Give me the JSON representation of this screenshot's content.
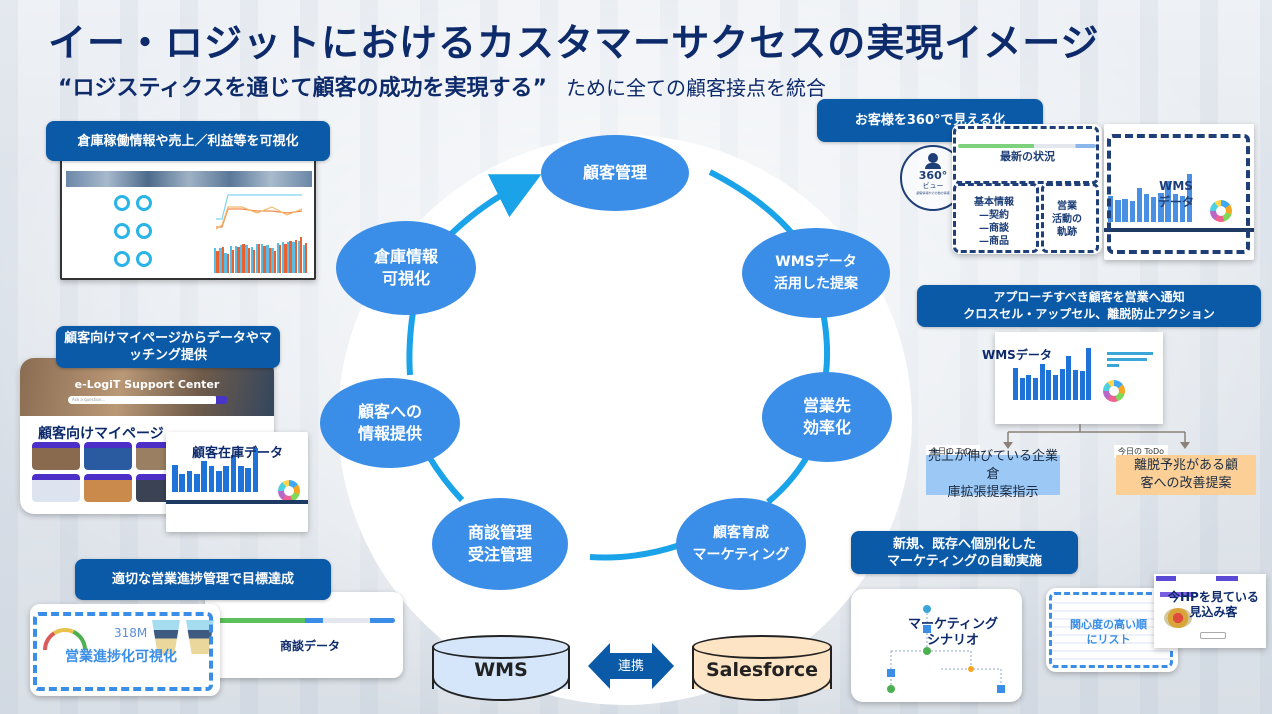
{
  "title": "イー・ロジットにおけるカスタマーサクセスの実現イメージ",
  "subtitle": {
    "quote": "“ロジスティクスを通じて顧客の成功を実現する”",
    "rest": "ために全ての顧客接点を統合"
  },
  "cycle": {
    "nodes": [
      {
        "id": "customer-management",
        "label": "顧客管理"
      },
      {
        "id": "wms-proposal",
        "label": "WMSデータ\n活用した提案"
      },
      {
        "id": "sales-efficiency",
        "label": "営業先\n効率化"
      },
      {
        "id": "customer-nurturing",
        "label": "顧客育成\nマーケティング"
      },
      {
        "id": "deal-order-management",
        "label": "商談管理\n受注管理"
      },
      {
        "id": "info-provision",
        "label": "顧客への\n情報提供"
      },
      {
        "id": "warehouse-visualization",
        "label": "倉庫情報\n可視化"
      }
    ],
    "ring_color": "#1aa3e8",
    "node_color": "#3a8ee8"
  },
  "panels": {
    "warehouse_dashboard": {
      "label": "倉庫稼働情報や売上／利益等を可視化",
      "bars_a": [
        55,
        56,
        45,
        60,
        60,
        63,
        62,
        58,
        64,
        64,
        63,
        55,
        66,
        68,
        70,
        69,
        72,
        62
      ],
      "bars_b": [
        50,
        58,
        42,
        52,
        58,
        65,
        55,
        52,
        64,
        60,
        55,
        50,
        62,
        64,
        72,
        74,
        80,
        66
      ]
    },
    "mypage": {
      "label": "顧客向けマイページからデータやマッチング提供",
      "support_center_title": "e-LogiT Support Center",
      "search_placeholder": "Ask a question...",
      "overlay_mypage": "顧客向けマイページ",
      "overlay_inventory": "顧客在庫データ",
      "inventory_bars": [
        62,
        42,
        48,
        42,
        70,
        58,
        48,
        60,
        85,
        58,
        55,
        100
      ]
    },
    "sales_progress": {
      "label": "適切な営業進捗管理で目標達成",
      "overlay_progress": "営業進捗化可視化",
      "overlay_deal": "商談データ",
      "metric": "318M"
    },
    "view360": {
      "label": "お客様を360°で見える化",
      "circle_main": "360°",
      "circle_sub": "ビュー",
      "circle_caption": "顧客情報やその他の情報",
      "latest_status": "最新の状況",
      "basic_info": "基本情報\n—契約\n—商談\n—商品",
      "sales_activity": "営業\n活動の\n軌跡",
      "wms_data": "WMS\nデータ",
      "wms_bars": [
        55,
        45,
        48,
        44,
        70,
        58,
        52,
        60,
        85,
        58,
        54,
        100
      ]
    },
    "approach": {
      "label": "アプローチすべき顧客を営業へ通知\nクロスセル・アップセル、離脱防止アクション",
      "wms_data": "WMSデータ",
      "wms_bars": [
        62,
        42,
        48,
        42,
        70,
        58,
        48,
        60,
        85,
        58,
        55,
        100
      ],
      "todo_tag": "今日の ToDo",
      "todo_left": "売上が伸びている企業倉\n庫拡張提案指示",
      "todo_right": "離脱予兆がある顧\n客への改善提案",
      "todo_left_color": "#9cc8f5",
      "todo_right_color": "#fbcf96"
    },
    "marketing": {
      "label": "新規、既存へ個別化した\nマーケティングの自動実施",
      "scenario": "マーケティング\nシナリオ",
      "interest_list": "関心度の高い順\nにリスト",
      "hp_prospects": "今HPを見ている\n見込み客"
    }
  },
  "databases": {
    "wms": {
      "label": "WMS",
      "color": "#d5e6fb"
    },
    "link": {
      "label": "連携",
      "color": "#0b5aa8"
    },
    "salesforce": {
      "label": "Salesforce",
      "color": "#fde4c4"
    }
  }
}
